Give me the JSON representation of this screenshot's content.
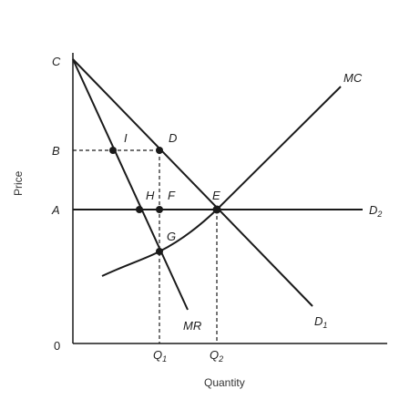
{
  "axes": {
    "x_title": "Quantity",
    "y_title": "Price",
    "origin_label": "0"
  },
  "y_labels": {
    "C": "C",
    "B": "B",
    "A": "A"
  },
  "x_labels": {
    "q1_main": "Q",
    "q1_sub": "1",
    "q2_main": "Q",
    "q2_sub": "2"
  },
  "curves": {
    "mc": "MC",
    "mr": "MR",
    "d1_main": "D",
    "d1_sub": "1",
    "d2_main": "D",
    "d2_sub": "2"
  },
  "points": {
    "I": "I",
    "D": "D",
    "H": "H",
    "F": "F",
    "E": "E",
    "G": "G"
  },
  "colors": {
    "line": "#1a1a1a",
    "text": "#1f1f1f"
  }
}
